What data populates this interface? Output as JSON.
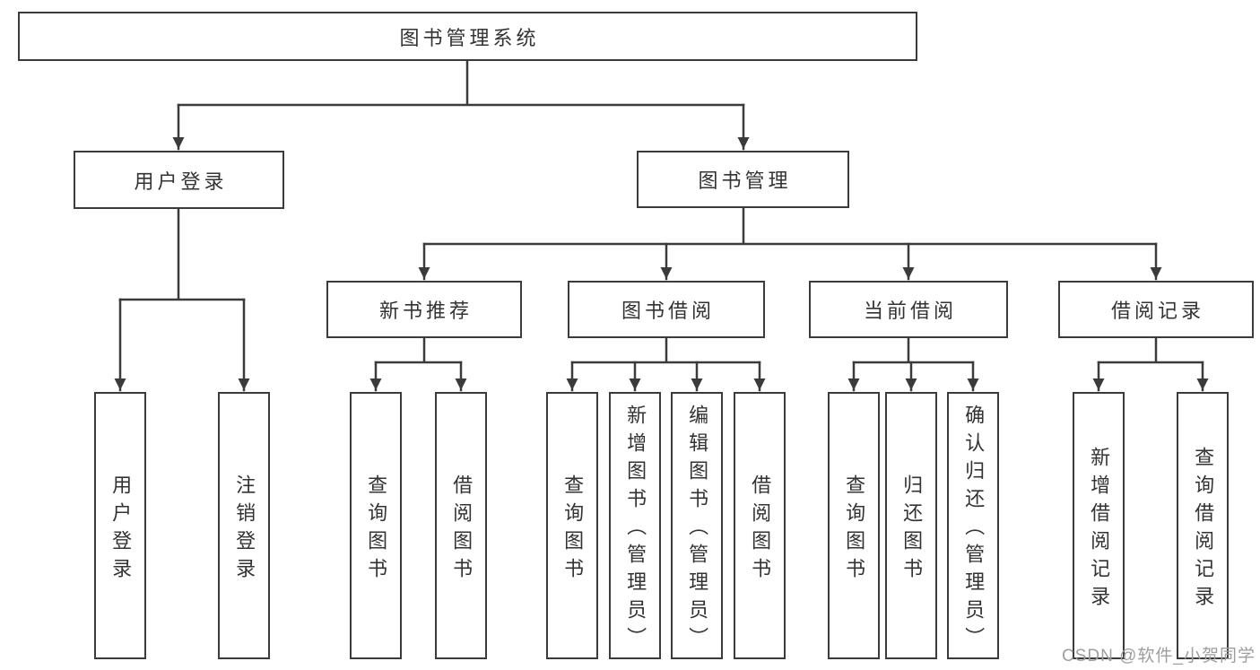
{
  "title": "图书管理系统",
  "watermark": "CSDN @软件_小贺同学",
  "colors": {
    "line": "#3b3b3b",
    "text": "#333333",
    "watermark": "#9e9e9e",
    "bg": "#ffffff"
  },
  "tree": {
    "label": "图书管理系统",
    "children": [
      {
        "label": "用户登录",
        "children": [
          {
            "label": "用户登录"
          },
          {
            "label": "注销登录"
          }
        ]
      },
      {
        "label": "图书管理",
        "children": [
          {
            "label": "新书推荐",
            "children": [
              {
                "label": "查询图书"
              },
              {
                "label": "借阅图书"
              }
            ]
          },
          {
            "label": "图书借阅",
            "children": [
              {
                "label": "查询图书"
              },
              {
                "label": "新增图书（管理员）"
              },
              {
                "label": "编辑图书（管理员）"
              },
              {
                "label": "借阅图书"
              }
            ]
          },
          {
            "label": "当前借阅",
            "children": [
              {
                "label": "查询图书"
              },
              {
                "label": "归还图书"
              },
              {
                "label": "确认归还（管理员）"
              }
            ]
          },
          {
            "label": "借阅记录",
            "children": [
              {
                "label": "新增借阅记录"
              },
              {
                "label": "查询借阅记录"
              }
            ]
          }
        ]
      }
    ]
  }
}
